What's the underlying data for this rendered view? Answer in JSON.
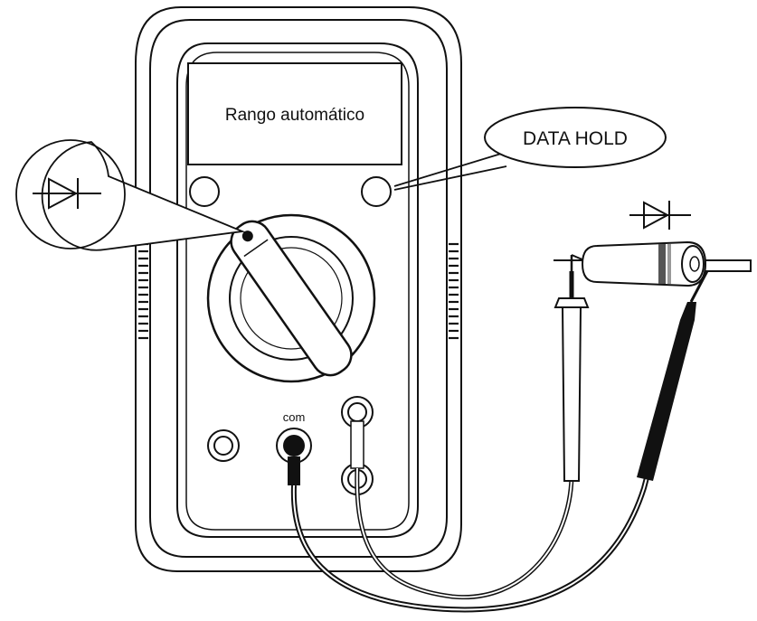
{
  "display": {
    "text": "Rango automático"
  },
  "callout": {
    "label": "DATA HOLD"
  },
  "jacks": {
    "com_label": "com"
  },
  "icons": {
    "diode_callout": "diode-symbol-icon",
    "diode_component": "diode-symbol-icon"
  },
  "colors": {
    "ink": "#111111",
    "paper": "#ffffff",
    "black_lead": "#111111"
  }
}
